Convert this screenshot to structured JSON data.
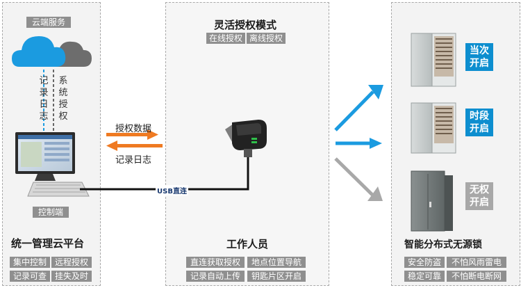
{
  "left": {
    "cloud_tag": "云端服务",
    "record_log_vertical": "记录日志",
    "system_auth_vertical": "系统授权",
    "control_tag": "控制端",
    "title": "统一管理云平台",
    "features": [
      "集中控制",
      "远程授权",
      "记录可查",
      "挂失及时"
    ]
  },
  "middle": {
    "title": "灵活授权模式",
    "modes": [
      "在线授权",
      "离线授权"
    ],
    "auth_data_label": "授权数据",
    "record_log_label": "记录日志",
    "usb_label": "USB直连",
    "title_bottom": "工作人员",
    "features": [
      "直连获取授权",
      "地点位置导航",
      "记录自动上传",
      "钥匙片区开启"
    ]
  },
  "right": {
    "badges": [
      "当次开启",
      "时段开启",
      "无权开启"
    ],
    "title": "智能分布式无源锁",
    "features": [
      "安全防盗",
      "不怕风雨雷电",
      "稳定可靠",
      "不怕断电断网"
    ]
  },
  "colors": {
    "blue": "#0d8ecf",
    "orange": "#ef7a22",
    "grey": "#a8a8a8",
    "tag_bg": "#8f8f8f"
  },
  "icons": [
    "cloud-blue-icon",
    "cloud-grey-icon",
    "computer-icon",
    "key-device-icon",
    "cabinet-icon"
  ]
}
